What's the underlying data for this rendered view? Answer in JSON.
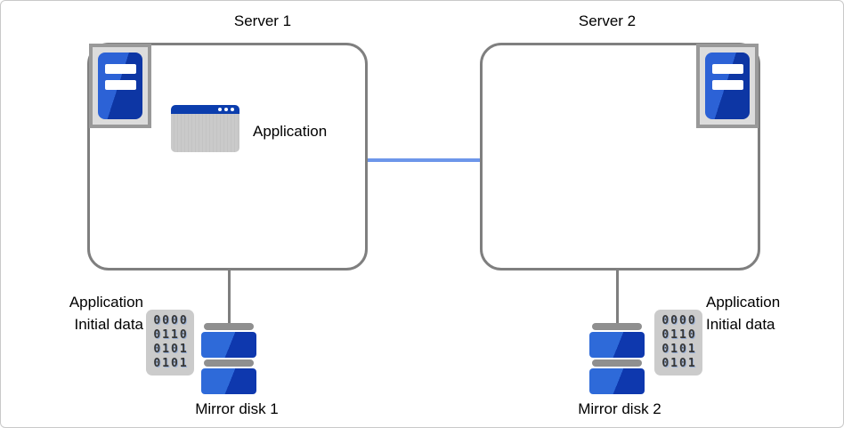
{
  "server1": {
    "title": "Server 1",
    "application_label": "Application",
    "mirror_disk_label": "Mirror disk 1",
    "initial_data_label": {
      "line1": "Application",
      "line2": "Initial data"
    },
    "binary_data": [
      "0000",
      "0110",
      "0101",
      "0101"
    ]
  },
  "server2": {
    "title": "Server 2",
    "mirror_disk_label": "Mirror disk 2",
    "initial_data_label": {
      "line1": "Application",
      "line2": "Initial data"
    },
    "binary_data": [
      "0000",
      "0110",
      "0101",
      "0101"
    ]
  },
  "icons": {
    "server_tower": "server-tower-icon",
    "application_window": "application-window-icon",
    "mirror_disk": "mirror-disk-icon",
    "binary_data_chip": "binary-data-icon"
  },
  "colors": {
    "tower_blue_light": "#2c62d6",
    "tower_blue_dark": "#0d36a4",
    "disk_blue_light": "#2e6ad9",
    "disk_blue_dark": "#0e38ae",
    "app_titlebar_blue": "#0b3dad",
    "network_line_blue": "#6d96ea",
    "outline_gray": "#7f7f7f",
    "panel_gray": "#dcdcdc",
    "chip_gray": "#cbcbcb"
  }
}
